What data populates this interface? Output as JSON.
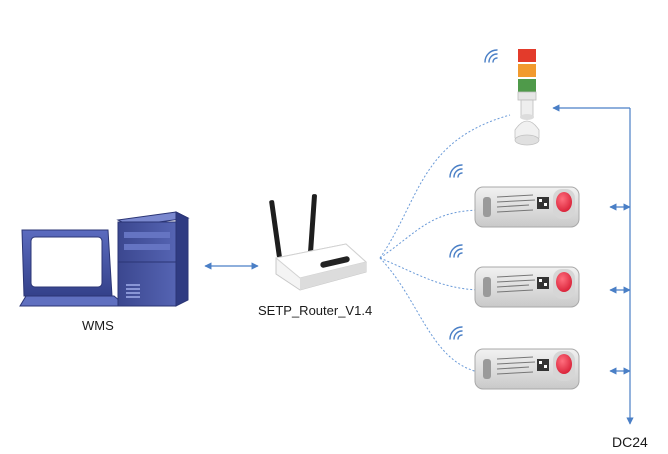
{
  "labels": {
    "wms": "WMS",
    "router": "SETP_Router_V1.4",
    "power": "DC24"
  },
  "nodes": {
    "workstation": {
      "icon": "computer-workstation-icon"
    },
    "router": {
      "icon": "wifi-router-icon"
    },
    "tower_light": {
      "icon": "stack-tower-light-icon",
      "lamps": [
        "red",
        "orange",
        "green"
      ]
    },
    "button_units": [
      {
        "icon": "pick-to-light-button-icon"
      },
      {
        "icon": "pick-to-light-button-icon"
      },
      {
        "icon": "pick-to-light-button-icon"
      }
    ]
  },
  "colors": {
    "link_line": "#4a7fc6",
    "wireless_line": "#6a9ad8",
    "monitor_blue": "#3f4fa0",
    "lamp_red": "#e33b2b",
    "lamp_orange": "#f29a2e",
    "lamp_green": "#4f9a4a",
    "button_red": "#e8354a"
  }
}
